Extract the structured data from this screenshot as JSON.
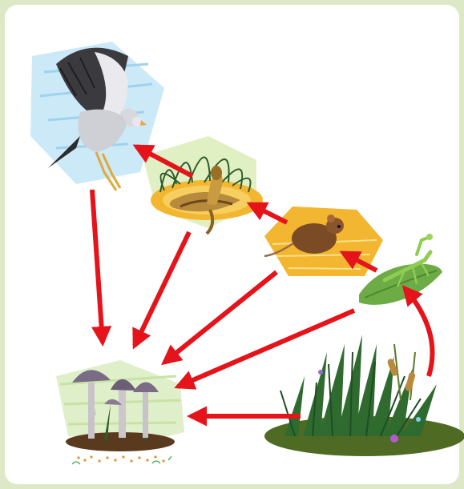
{
  "diagram": {
    "kind": "food-web",
    "organisms": [
      {
        "id": "bird",
        "icon": "secretary-bird-icon"
      },
      {
        "id": "snake",
        "icon": "cobra-snake-icon"
      },
      {
        "id": "mouse",
        "icon": "mouse-icon"
      },
      {
        "id": "mantis",
        "icon": "praying-mantis-icon"
      },
      {
        "id": "grass",
        "icon": "grass-plants-icon"
      },
      {
        "id": "mushrooms",
        "icon": "mushrooms-decomposer-icon"
      }
    ],
    "arrows": [
      {
        "from": "snake",
        "to": "bird"
      },
      {
        "from": "mouse",
        "to": "snake"
      },
      {
        "from": "mantis",
        "to": "mouse"
      },
      {
        "from": "grass",
        "to": "mantis"
      },
      {
        "from": "bird",
        "to": "mushrooms"
      },
      {
        "from": "snake",
        "to": "mushrooms"
      },
      {
        "from": "mouse",
        "to": "mushrooms"
      },
      {
        "from": "mantis",
        "to": "mushrooms"
      },
      {
        "from": "grass",
        "to": "mushrooms"
      }
    ],
    "colors": {
      "arrow": "#e5141b",
      "frame": "#dde9c6",
      "background": "#ffffff"
    }
  }
}
